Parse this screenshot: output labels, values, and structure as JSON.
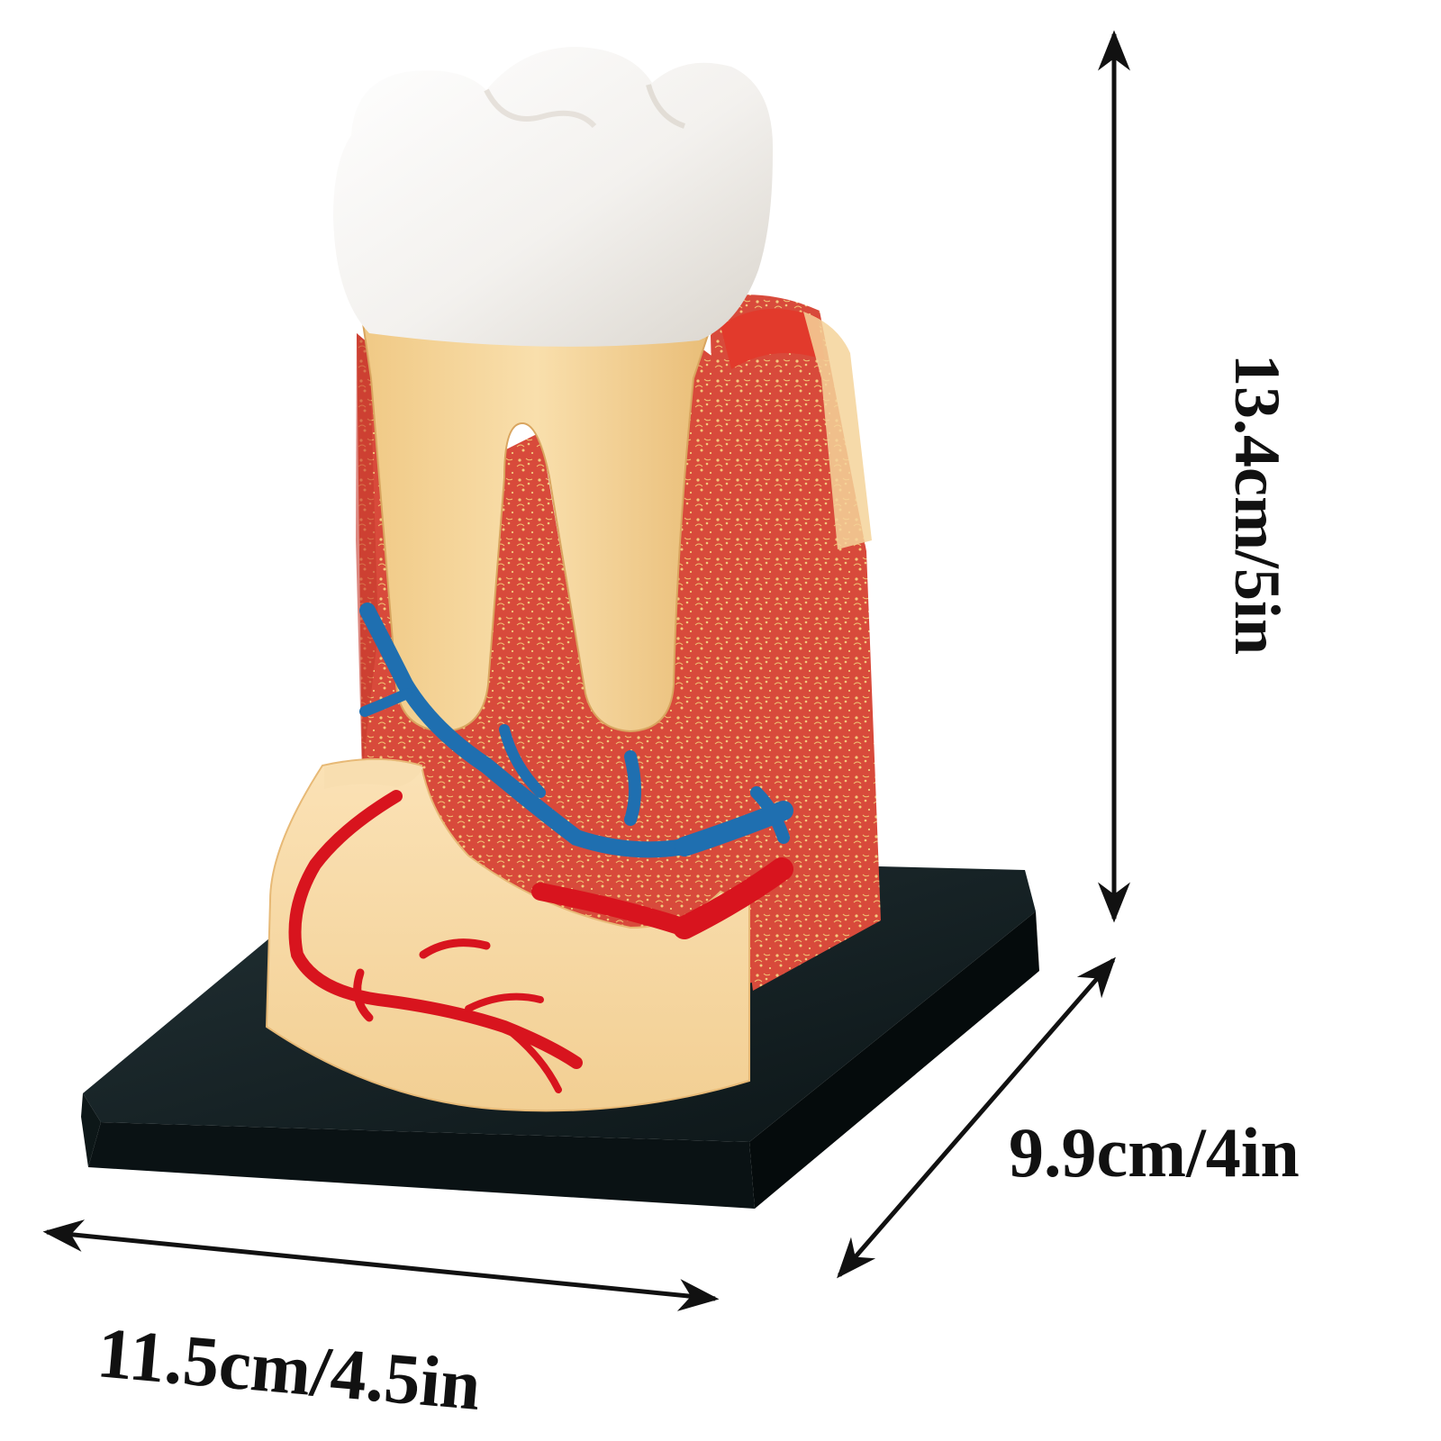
{
  "dimensions": {
    "height": {
      "label": "13.4cm/5in",
      "value_cm": 13.4,
      "value_in": 5
    },
    "depth": {
      "label": "9.9cm/4in",
      "value_cm": 9.9,
      "value_in": 4
    },
    "width": {
      "label": "11.5cm/4.5in",
      "value_cm": 11.5,
      "value_in": 4.5
    }
  },
  "colors": {
    "enamel": "#f4f2ef",
    "dentin": "#f6d69a",
    "bone": "#d9493a",
    "bone_speckle": "#f2c77a",
    "vein": "#1f6fb0",
    "artery": "#d8141e",
    "base": "#0f1a1c",
    "arrow": "#111111"
  },
  "icons": {
    "model": "molar-tooth-model-icon",
    "arrow": "double-headed-arrow-icon"
  }
}
